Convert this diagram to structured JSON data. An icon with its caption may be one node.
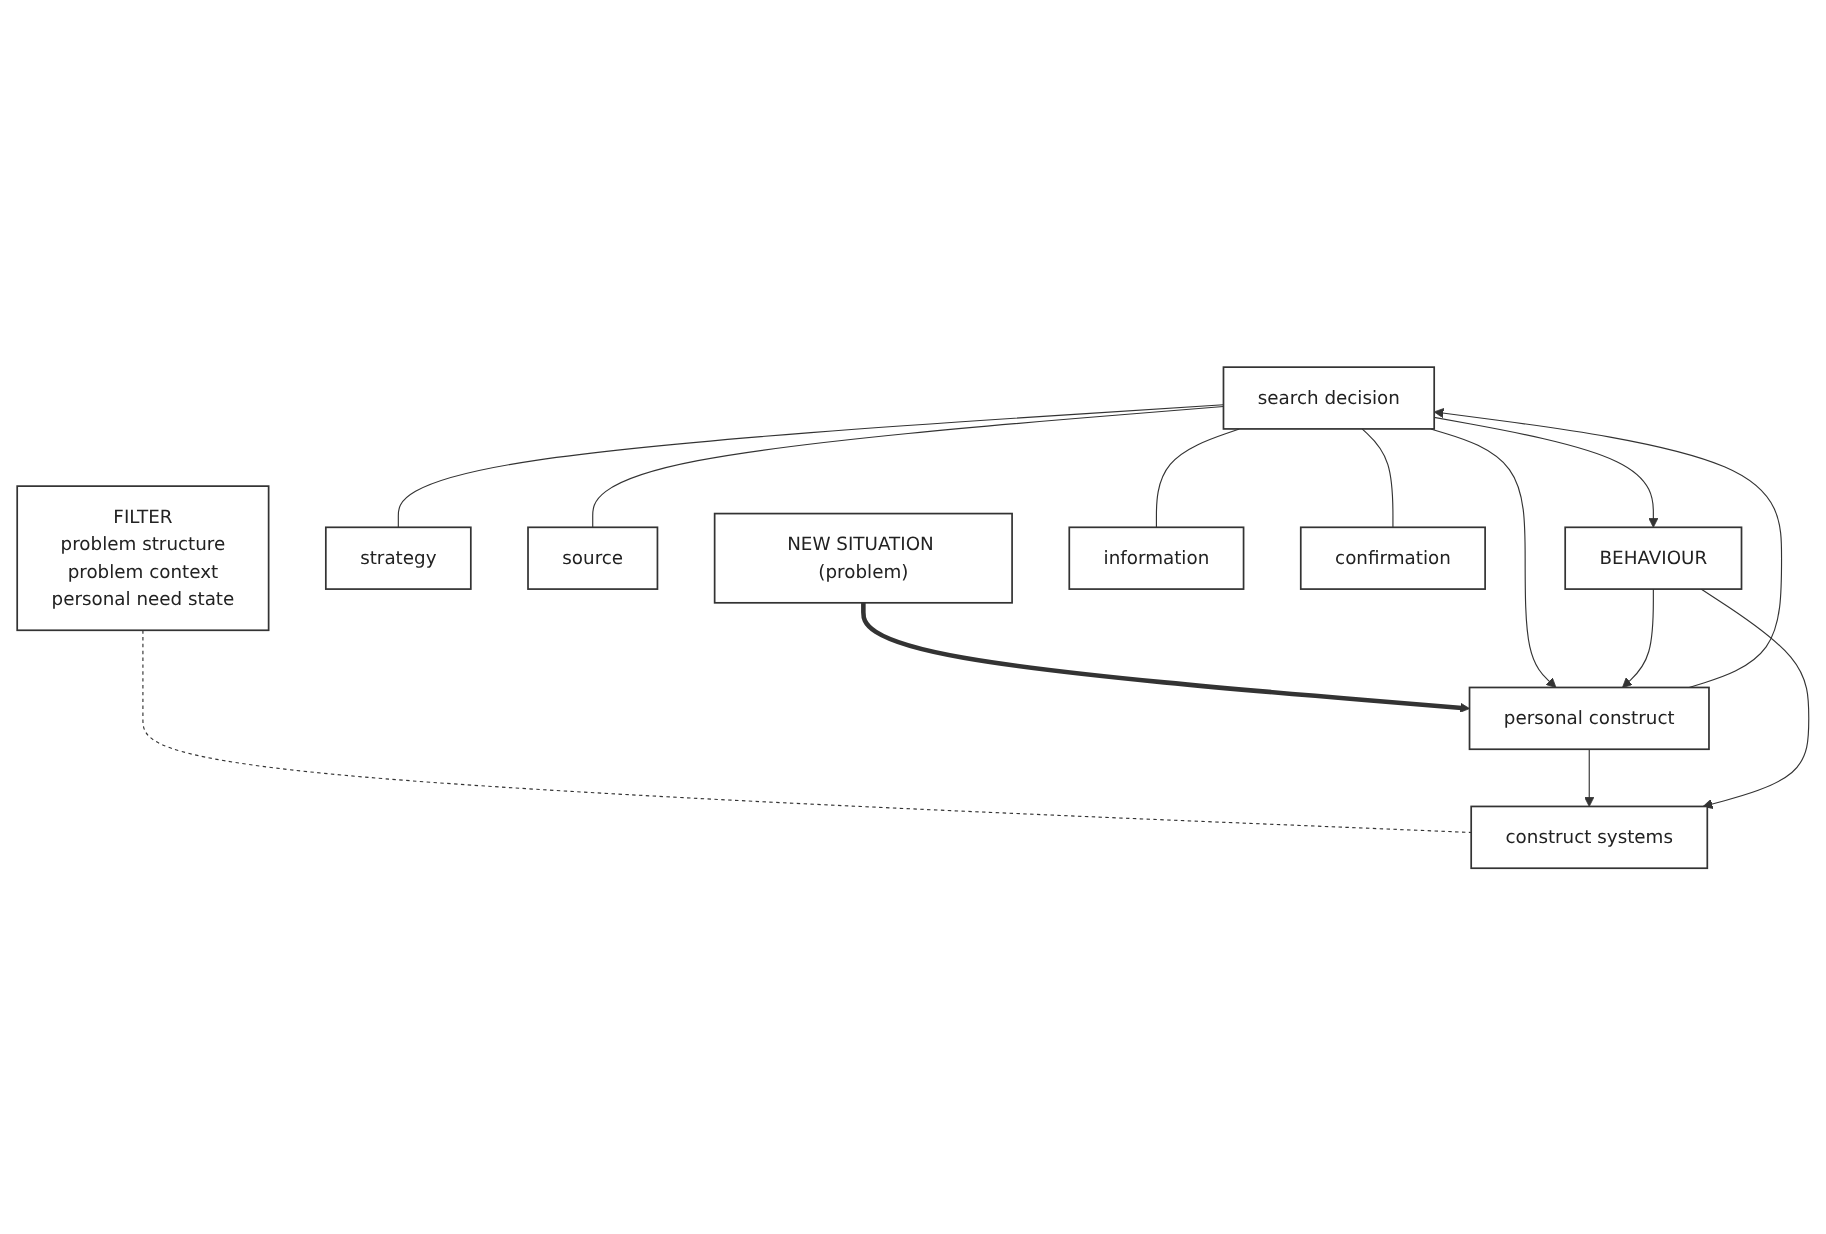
{
  "diagram": {
    "nodes": [
      {
        "text": [
          "FILTER",
          "problem structure",
          "problem context",
          "personal need state"
        ]
      },
      {
        "text": [
          "search decision"
        ]
      },
      {
        "text": [
          "strategy"
        ]
      },
      {
        "text": [
          "source"
        ]
      },
      {
        "text": [
          "NEW SITUATION (problem)"
        ]
      },
      {
        "text": [
          "personal construct"
        ]
      },
      {
        "text": [
          "information"
        ]
      },
      {
        "text": [
          "confirmation"
        ]
      },
      {
        "text": [
          "construct systems"
        ]
      },
      {
        "text": [
          "BEHAVIOUR"
        ]
      }
    ],
    "edges": [
      {
        "from": 4,
        "to": 5,
        "arrow": "to",
        "style": "thick"
      },
      {
        "from": 0,
        "to": 8,
        "arrow": "none",
        "style": "dashed"
      },
      {
        "from": 5,
        "to": 1,
        "arrow": "to"
      },
      {
        "from": 1,
        "to": 2,
        "arrow": "none"
      },
      {
        "from": 1,
        "to": 3,
        "arrow": "none"
      },
      {
        "from": 1,
        "to": 6,
        "arrow": "none"
      },
      {
        "from": 1,
        "to": 7,
        "arrow": "none"
      },
      {
        "from": 1,
        "to": 5,
        "arrow": "to"
      },
      {
        "from": 1,
        "to": 9,
        "arrow": "to"
      },
      {
        "from": 5,
        "to": 8,
        "arrow": "to"
      },
      {
        "from": 9,
        "to": 5,
        "arrow": "to"
      },
      {
        "from": 9,
        "to": 8,
        "arrow": "to"
      }
    ]
  }
}
